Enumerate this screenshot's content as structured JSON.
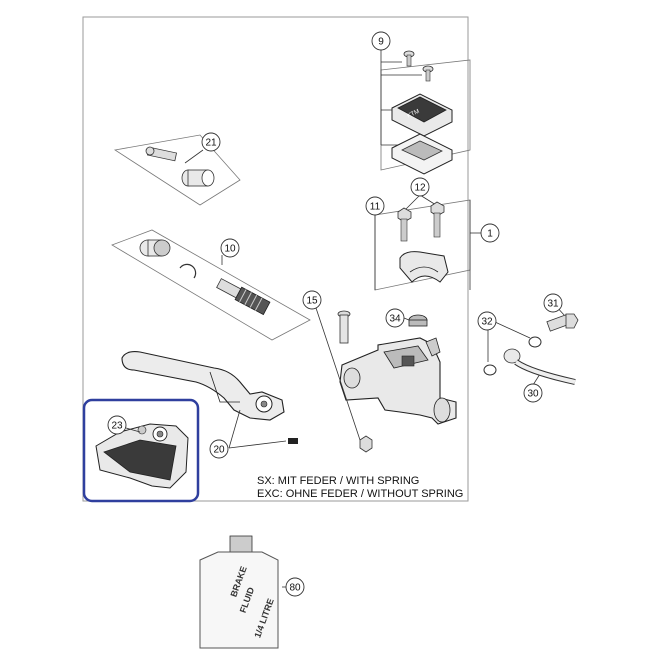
{
  "diagram": {
    "callouts": [
      "9",
      "21",
      "12",
      "11",
      "1",
      "10",
      "15",
      "34",
      "32",
      "31",
      "30",
      "23",
      "20",
      "80"
    ],
    "notes": {
      "sx": "SX: MIT FEDER / WITH SPRING",
      "exc": "EXC: OHNE FEDER / WITHOUT SPRING"
    },
    "bottle_label": [
      "BRAKE",
      "FLUID",
      "1/4 LITRE"
    ],
    "colors": {
      "frame": "#9a9a9a",
      "line": "#333333",
      "highlight": "#2f3f9e",
      "part_fill": "#e9e9e9",
      "dark_part": "#3a3a3a"
    }
  }
}
